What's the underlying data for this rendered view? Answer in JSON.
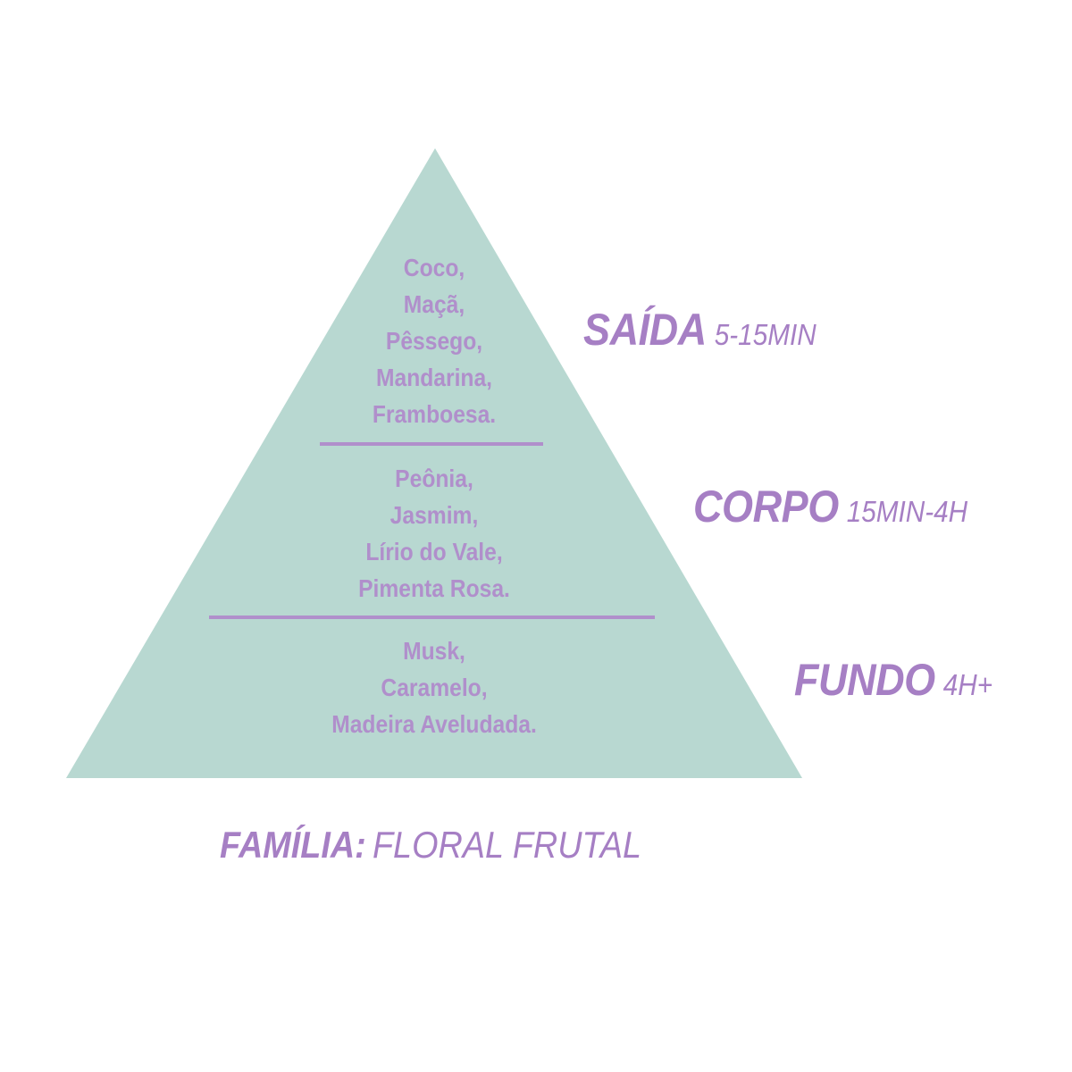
{
  "colors": {
    "background": "#ffffff",
    "pyramid_fill": "#b8d8d1",
    "text_purple": "#b08fcb",
    "label_purple": "#a67fc4",
    "divider": "#b08fcb"
  },
  "pyramid": {
    "tiers": [
      {
        "name": "SAÍDA",
        "time": "5-15MIN",
        "notes": [
          "Coco,",
          "Maçã,",
          "Pêssego,",
          "Mandarina,",
          "Framboesa."
        ]
      },
      {
        "name": "CORPO",
        "time": "15MIN-4H",
        "notes": [
          "Peônia,",
          "Jasmim,",
          "Lírio do Vale,",
          "Pimenta Rosa."
        ]
      },
      {
        "name": "FUNDO",
        "time": "4H+",
        "notes": [
          "Musk,",
          "Caramelo,",
          "Madeira Aveludada."
        ]
      }
    ]
  },
  "family": {
    "label": "FAMÍLIA:",
    "value": "FLORAL FRUTAL"
  }
}
